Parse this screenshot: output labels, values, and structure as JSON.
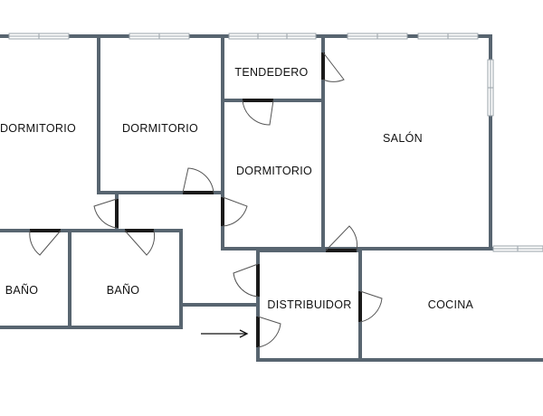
{
  "rooms": {
    "dormitorio_left": "DORMITORIO",
    "dormitorio_mid": "DORMITORIO",
    "tendedero": "TENDEDERO",
    "salon": "SALÓN",
    "dormitorio_center": "DORMITORIO",
    "bano_left": "BAÑO",
    "bano_right": "BAÑO",
    "distribuidor": "DISTRIBUIDOR",
    "cocina": "COCINA"
  },
  "colors": {
    "wall": "#586570",
    "door": "#1a1a1a",
    "window": "#9aa3aa"
  }
}
